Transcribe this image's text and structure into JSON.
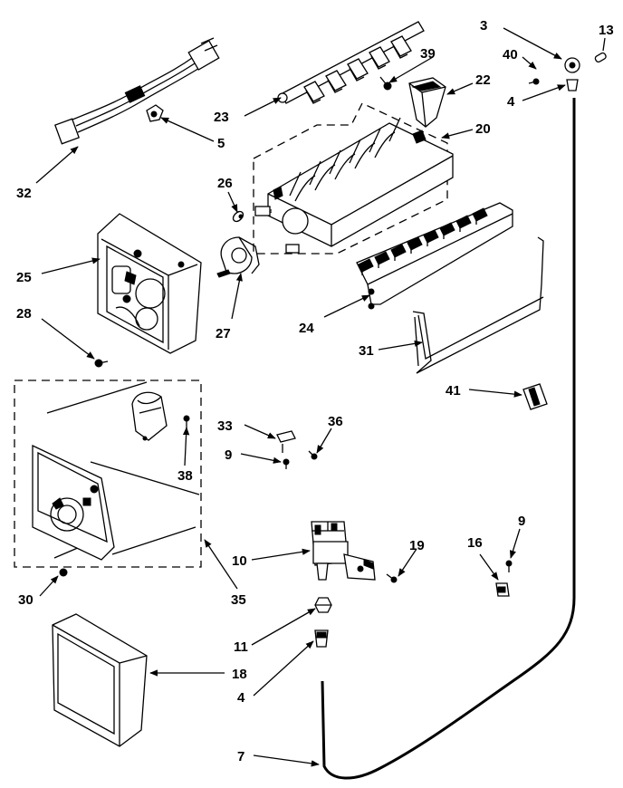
{
  "diagram": {
    "labels": {
      "p3": "3",
      "p13": "13",
      "p40": "40",
      "p39": "39",
      "p22": "22",
      "p4a": "4",
      "p20": "20",
      "p23": "23",
      "p5": "5",
      "p32": "32",
      "p26": "26",
      "p25": "25",
      "p28": "28",
      "p27": "27",
      "p24": "24",
      "p31": "31",
      "p41": "41",
      "p33": "33",
      "p36": "36",
      "p9a": "9",
      "p38": "38",
      "p10": "10",
      "p19": "19",
      "p9b": "9",
      "p16": "16",
      "p30": "30",
      "p35": "35",
      "p11": "11",
      "p18": "18",
      "p4b": "4",
      "p7": "7"
    }
  }
}
